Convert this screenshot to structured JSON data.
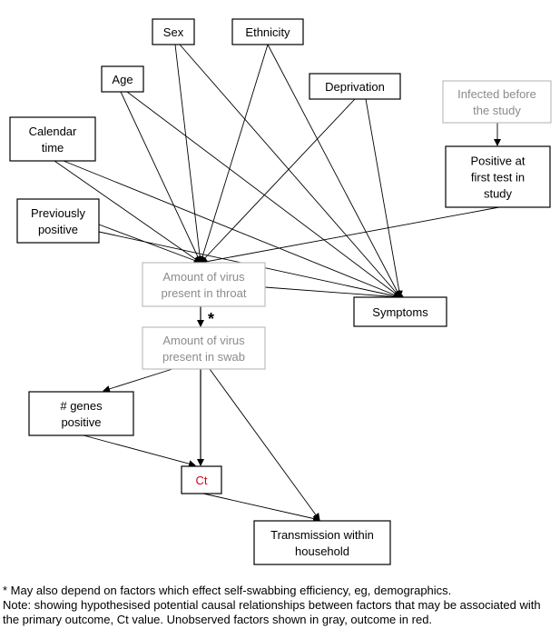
{
  "nodes": {
    "sex": {
      "lines": [
        "Sex"
      ],
      "style": "observed"
    },
    "ethnicity": {
      "lines": [
        "Ethnicity"
      ],
      "style": "observed"
    },
    "age": {
      "lines": [
        "Age"
      ],
      "style": "observed"
    },
    "deprivation": {
      "lines": [
        "Deprivation"
      ],
      "style": "observed"
    },
    "infected_before": {
      "lines": [
        "Infected before",
        "the study"
      ],
      "style": "unobserved"
    },
    "calendar_time": {
      "lines": [
        "Calendar",
        "time"
      ],
      "style": "observed"
    },
    "positive_first": {
      "lines": [
        "Positive at",
        "first test in",
        "study"
      ],
      "style": "observed"
    },
    "previously_positive": {
      "lines": [
        "Previously",
        "positive"
      ],
      "style": "observed"
    },
    "virus_throat": {
      "lines": [
        "Amount of virus",
        "present in throat"
      ],
      "style": "unobserved"
    },
    "symptoms": {
      "lines": [
        "Symptoms"
      ],
      "style": "observed"
    },
    "virus_swab": {
      "lines": [
        "Amount of virus",
        "present in swab"
      ],
      "style": "unobserved"
    },
    "genes_positive": {
      "lines": [
        "# genes",
        "positive"
      ],
      "style": "observed"
    },
    "ct": {
      "lines": [
        "Ct"
      ],
      "style": "outcome"
    },
    "transmission": {
      "lines": [
        "Transmission within",
        "household"
      ],
      "style": "observed"
    }
  },
  "edges": [
    {
      "from": "sex",
      "to": "virus_throat"
    },
    {
      "from": "sex",
      "to": "symptoms"
    },
    {
      "from": "ethnicity",
      "to": "virus_throat"
    },
    {
      "from": "ethnicity",
      "to": "symptoms"
    },
    {
      "from": "age",
      "to": "virus_throat"
    },
    {
      "from": "age",
      "to": "symptoms"
    },
    {
      "from": "deprivation",
      "to": "virus_throat"
    },
    {
      "from": "deprivation",
      "to": "symptoms"
    },
    {
      "from": "calendar_time",
      "to": "virus_throat"
    },
    {
      "from": "calendar_time",
      "to": "symptoms"
    },
    {
      "from": "previously_positive",
      "to": "virus_throat"
    },
    {
      "from": "previously_positive",
      "to": "symptoms"
    },
    {
      "from": "positive_first",
      "to": "virus_throat"
    },
    {
      "from": "infected_before",
      "to": "positive_first"
    },
    {
      "from": "virus_throat",
      "to": "symptoms"
    },
    {
      "from": "virus_throat",
      "to": "virus_swab",
      "label": "*"
    },
    {
      "from": "virus_swab",
      "to": "genes_positive"
    },
    {
      "from": "virus_swab",
      "to": "ct"
    },
    {
      "from": "virus_swab",
      "to": "transmission"
    },
    {
      "from": "genes_positive",
      "to": "ct"
    },
    {
      "from": "ct",
      "to": "transmission"
    }
  ],
  "colors": {
    "outline": "#000000",
    "unobserved_outline": "#bdbdbd",
    "unobserved_text": "#8c8c8c",
    "outcome_text": "#d0021b"
  },
  "footnotes": {
    "asterisk": "* May also depend on factors which effect self-swabbing efficiency, eg, demographics.",
    "note": "Note: showing hypothesised potential causal relationships between factors that may be associated with the primary outcome, Ct value. Unobserved factors shown in gray, outcome in red."
  }
}
